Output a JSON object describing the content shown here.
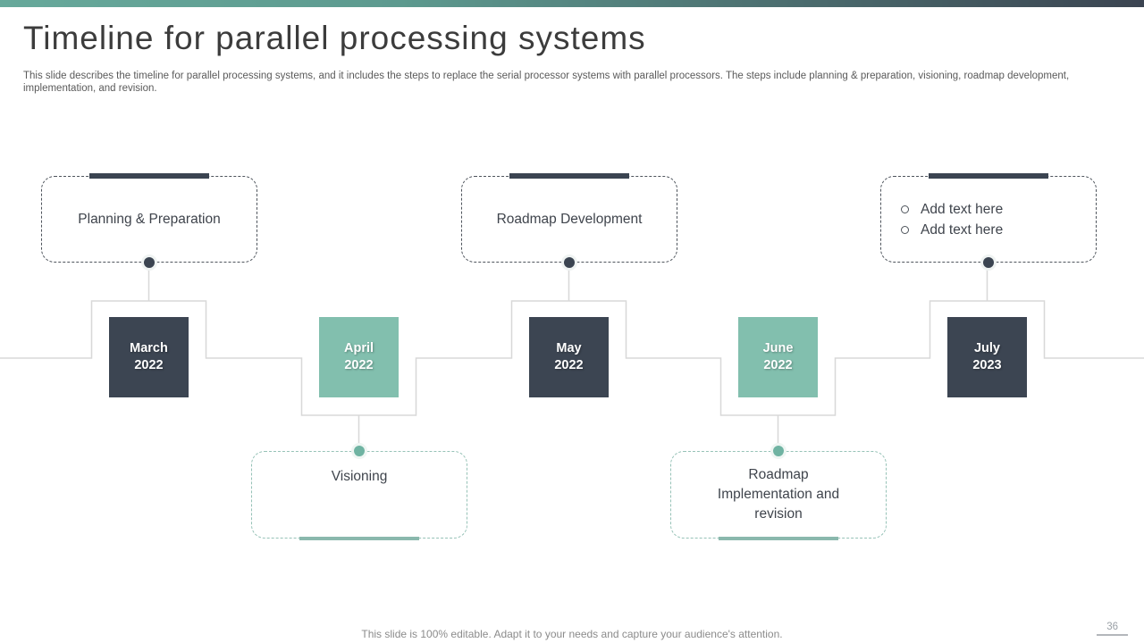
{
  "header": {
    "title": "Timeline for parallel processing systems",
    "description": "This slide describes the timeline for parallel processing systems, and it includes the steps to replace the serial processor systems with parallel processors. The steps include planning & preparation, visioning, roadmap development, implementation, and revision."
  },
  "colors": {
    "accent_teal": "#82bfae",
    "accent_dark": "#3b4451",
    "accent_teal_soft": "#8ab8ad",
    "line_gray": "#d8d8d8",
    "topbar_gradient_left": "#67a99b",
    "topbar_gradient_right": "#3b4451"
  },
  "timeline": {
    "milestones": [
      {
        "month": "March",
        "year": "2022",
        "variant": "dark",
        "callout_position": "above",
        "label": "Planning & Preparation"
      },
      {
        "month": "April",
        "year": "2022",
        "variant": "teal",
        "callout_position": "below",
        "label": "Visioning"
      },
      {
        "month": "May",
        "year": "2022",
        "variant": "dark",
        "callout_position": "above",
        "label": "Roadmap Development"
      },
      {
        "month": "June",
        "year": "2022",
        "variant": "teal",
        "callout_position": "below",
        "label": "Roadmap Implementation and revision"
      },
      {
        "month": "July",
        "year": "2023",
        "variant": "dark",
        "callout_position": "above",
        "bullets": [
          "Add text here",
          "Add text here"
        ]
      }
    ]
  },
  "footer": {
    "note": "This slide is 100% editable. Adapt it to your needs and capture your audience's attention.",
    "page_number": "36"
  }
}
